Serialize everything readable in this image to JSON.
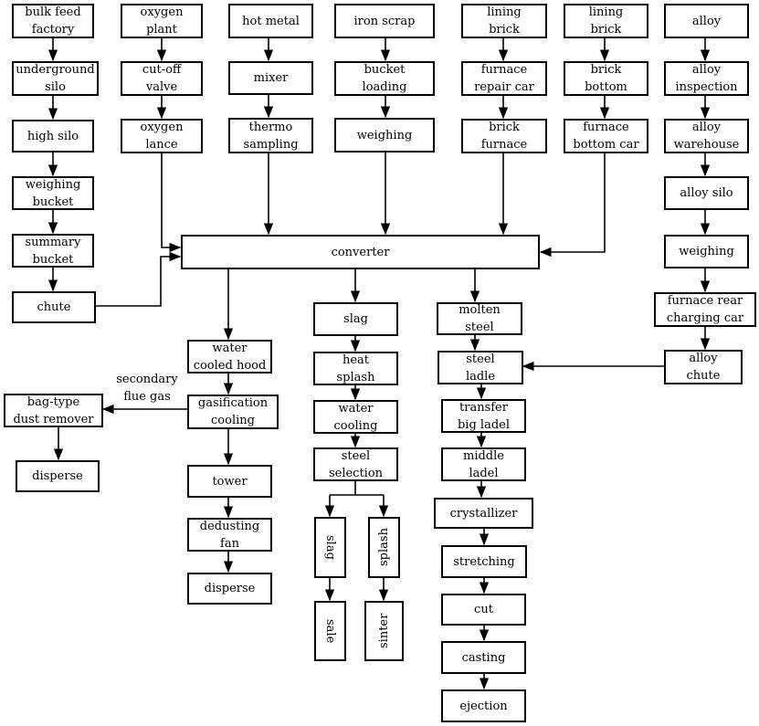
{
  "colors": {
    "line": "#000000",
    "box_border": "#000000",
    "background": "#ffffff"
  },
  "raw_materials": {
    "bulk_feed_factory": "bulk feed\nfactory",
    "underground_silo": "underground\nsilo",
    "high_silo": "high silo",
    "weighing_bucket": "weighing\nbucket",
    "summary_bucket": "summary\nbucket",
    "chute": "chute"
  },
  "oxygen": {
    "oxygen_plant": "oxygen\nplant",
    "cut_off_valve": "cut-off\nvalve",
    "oxygen_lance": "oxygen\nlance"
  },
  "hot_metal": {
    "hot_metal": "hot metal",
    "mixer": "mixer",
    "thermo_sampling": "thermo\nsampling"
  },
  "iron_scrap": {
    "iron_scrap": "iron scrap",
    "bucket_loading": "bucket\nloading",
    "weighing": "weighing"
  },
  "lining_repair": {
    "lining_brick": "lining\nbrick",
    "furnace_repair_car": "furnace\nrepair car",
    "brick_furnace": "brick\nfurnace"
  },
  "lining_bottom": {
    "lining_brick": "lining\nbrick",
    "brick_bottom": "brick\nbottom",
    "furnace_bottom_car": "furnace\nbottom car"
  },
  "alloy": {
    "alloy": "alloy",
    "alloy_inspection": "alloy\ninspection",
    "alloy_warehouse": "alloy\nwarehouse",
    "alloy_silo": "alloy silo",
    "weighing": "weighing",
    "furnace_rear_charging_car": "furnace rear\ncharging car",
    "alloy_chute": "alloy\nchute"
  },
  "converter": "converter",
  "gas": {
    "water_cooled_hood": "water\ncooled hood",
    "gasification_cooling": "gasification\ncooling",
    "tower": "tower",
    "dedusting_fan": "dedusting\nfan",
    "disperse": "disperse",
    "secondary_flue_gas": "secondary\nflue gas",
    "bag_type_dust_remover": "bag-type\ndust remover",
    "disperse_dust": "disperse"
  },
  "slag_line": {
    "slag": "slag",
    "heat_splash": "heat\nsplash",
    "water_cooling": "water\ncooling",
    "steel_selection": "steel\nselection",
    "slag_out": "slag",
    "sale": "sale",
    "splash_out": "splash",
    "sinter": "sinter"
  },
  "steel_line": {
    "molten_steel": "molten\nsteel",
    "steel_ladle": "steel\nladle",
    "transfer_big_ladel": "transfer\nbig ladel",
    "middle_ladel": "middle\nladel",
    "crystallizer": "crystallizer",
    "stretching": "stretching",
    "cut": "cut",
    "casting": "casting",
    "ejection": "ejection"
  }
}
